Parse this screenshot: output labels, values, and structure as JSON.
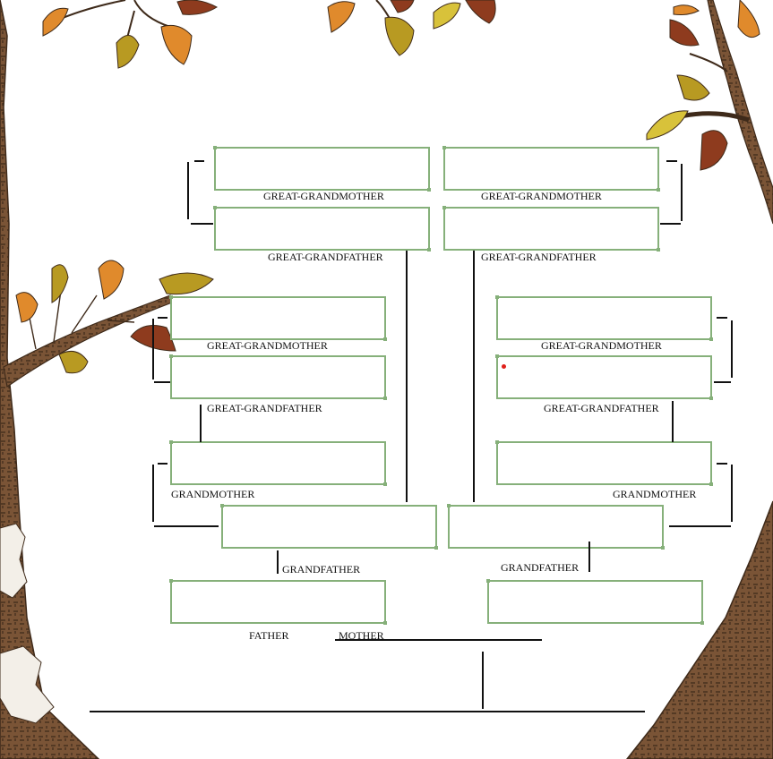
{
  "colors": {
    "box_border": "#86b07a",
    "bark": "#7a5436",
    "bark_dark": "#3e2a1a",
    "leaf_orange": "#e08a2c",
    "leaf_olive": "#b89a22",
    "leaf_rust": "#8e3b1e",
    "marker_red": "#e0201b"
  },
  "labels": {
    "great_grandmother": "GREAT-GRANDMOTHER",
    "great_grandfather": "GREAT-GRANDFATHER",
    "grandmother": "GRANDMOTHER",
    "grandfather": "GRANDFATHER",
    "father": "FATHER",
    "mother": "MOTHER"
  },
  "tree": {
    "great_grandparents_top_left": {
      "mother_label": "GREAT-GRANDMOTHER",
      "father_label": "GREAT-GRANDFATHER"
    },
    "great_grandparents_top_right": {
      "mother_label": "GREAT-GRANDMOTHER",
      "father_label": "GREAT-GRANDFATHER"
    },
    "great_grandparents_mid_left": {
      "mother_label": "GREAT-GRANDMOTHER",
      "father_label": "GREAT-GRANDFATHER"
    },
    "great_grandparents_mid_right": {
      "mother_label": "GREAT-GRANDMOTHER",
      "father_label": "GREAT-GRANDFATHER"
    },
    "grandparents_left": {
      "mother_label": "GRANDMOTHER",
      "father_label": "GRANDFATHER"
    },
    "grandparents_right": {
      "mother_label": "GRANDMOTHER",
      "father_label": "GRANDFATHER"
    },
    "parents": {
      "father_label": "FATHER",
      "mother_label": "MOTHER"
    }
  }
}
